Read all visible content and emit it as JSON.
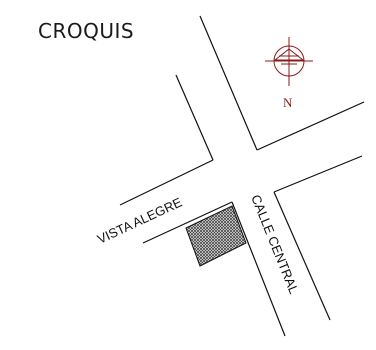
{
  "map": {
    "title": "CROQUIS",
    "streets": {
      "street_1": "VISTA ALEGRE",
      "street_2": "CALLE CENTRAL"
    },
    "north_arrow": {
      "label": "N",
      "icon": "compass-north-icon"
    },
    "colors": {
      "compass": "#8b1a1a",
      "lines": "#111111",
      "lot_hatch": "#555555"
    }
  }
}
